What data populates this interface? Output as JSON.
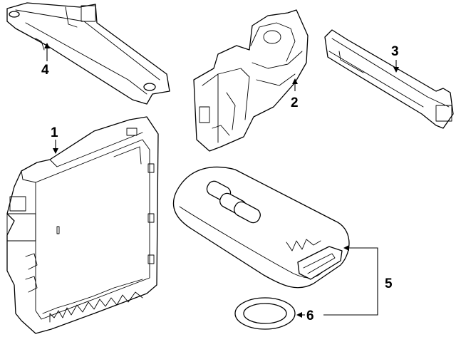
{
  "callouts": [
    {
      "id": "1",
      "label": "1"
    },
    {
      "id": "2",
      "label": "2"
    },
    {
      "id": "3",
      "label": "3"
    },
    {
      "id": "4",
      "label": "4"
    },
    {
      "id": "5",
      "label": "5"
    },
    {
      "id": "6",
      "label": "6"
    }
  ],
  "parts": {
    "p1": "module",
    "p2": "bracket",
    "p3": "antenna",
    "p4": "antenna",
    "p5": "remote-fob",
    "p6": "ring"
  },
  "colors": {
    "line": "#000000",
    "background": "#ffffff"
  }
}
